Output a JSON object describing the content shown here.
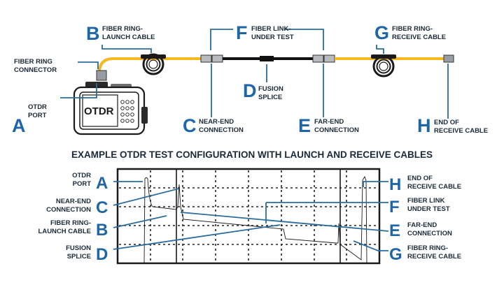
{
  "top": {
    "B": {
      "letter": "B",
      "line1": "FIBER RING-",
      "line2": "LAUNCH CABLE"
    },
    "F": {
      "letter": "F",
      "line1": "FIBER LINK-",
      "line2": "UNDER TEST"
    },
    "G": {
      "letter": "G",
      "line1": "FIBER RING-",
      "line2": "RECEIVE CABLE"
    },
    "connector": {
      "line1": "FIBER RING",
      "line2": "CONNECTOR"
    },
    "A": {
      "letter": "A",
      "line1": "OTDR",
      "line2": "PORT"
    },
    "D": {
      "letter": "D",
      "line1": "FUSION",
      "line2": "SPLICE"
    },
    "C": {
      "letter": "C",
      "line1": "NEAR-END",
      "line2": "CONNECTION"
    },
    "E": {
      "letter": "E",
      "line1": "FAR-END",
      "line2": "CONNECTION"
    },
    "H": {
      "letter": "H",
      "line1": "END OF",
      "line2": "RECEIVE CABLE"
    },
    "otdr_screen": "OTDR"
  },
  "title": "EXAMPLE OTDR TEST CONFIGURATION WITH LAUNCH AND RECEIVE CABLES",
  "left_legend": [
    {
      "letter": "A",
      "line1": "OTDR",
      "line2": "PORT"
    },
    {
      "letter": "C",
      "line1": "NEAR-END",
      "line2": "CONNECTION"
    },
    {
      "letter": "B",
      "line1": "FIBER RING-",
      "line2": "LAUNCH CABLE"
    },
    {
      "letter": "D",
      "line1": "FUSION",
      "line2": "SPLICE"
    }
  ],
  "right_legend": [
    {
      "letter": "H",
      "line1": "END OF",
      "line2": "RECEIVE CABLE"
    },
    {
      "letter": "F",
      "line1": "FIBER LINK",
      "line2": "UNDER TEST"
    },
    {
      "letter": "E",
      "line1": "FAR-END",
      "line2": "CONNECTION"
    },
    {
      "letter": "G",
      "line1": "FIBER RING-",
      "line2": "RECEIVE CABLE"
    }
  ],
  "colors": {
    "accent": "#1f66a8",
    "launch_cable": "#f5b820",
    "fiber_under_test": "#111111",
    "text": "#1b2a38"
  }
}
